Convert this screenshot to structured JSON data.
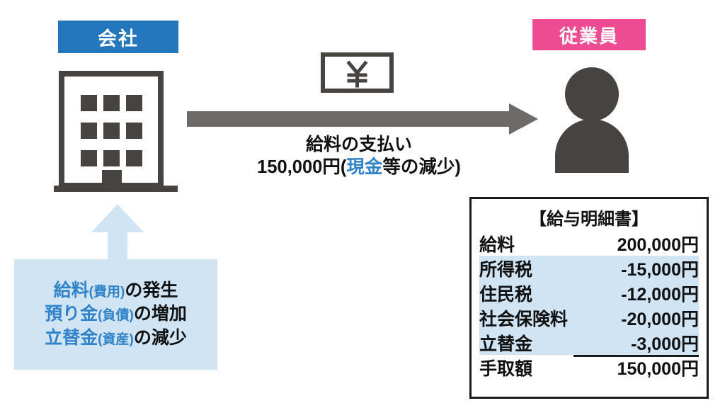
{
  "colors": {
    "company_blue": "#2477bd",
    "employee_pink": "#ed4c93",
    "accent_blue_text": "#3083c9",
    "light_blue_fill": "#d0e4f3",
    "arrow_gray": "#6e6a67",
    "icon_dark": "#474341",
    "text_black": "#111111"
  },
  "company": {
    "label": "会社",
    "icon": "office-building-icon"
  },
  "employee": {
    "label": "従業員",
    "icon": "person-icon"
  },
  "money_icon": {
    "name": "yen-banknote-icon",
    "symbol": "¥"
  },
  "payment_flow": {
    "arrow": "right-arrow",
    "caption_line1": "給料の支払い",
    "caption_line2_prefix": "150,000円(",
    "caption_line2_highlight": "現金",
    "caption_line2_suffix": "等の減少)",
    "amount": "150,000円",
    "highlight_term": "現金"
  },
  "journal_note": {
    "arrow": "up-arrow",
    "lines": [
      {
        "account": "給料",
        "paren": "(費用)",
        "suffix": "の発生"
      },
      {
        "account": "預り金",
        "paren": "(負債)",
        "suffix": "の増加"
      },
      {
        "account": "立替金",
        "paren": "(資産)",
        "suffix": "の減少"
      }
    ]
  },
  "payslip": {
    "title": "【給与明細書】",
    "rows": [
      {
        "label": "給料",
        "amount": "200,000円",
        "highlight": false
      },
      {
        "label": "所得税",
        "amount": "-15,000円",
        "highlight": true
      },
      {
        "label": "住民税",
        "amount": "-12,000円",
        "highlight": true
      },
      {
        "label": "社会保険料",
        "amount": "-20,000円",
        "highlight": true
      },
      {
        "label": "立替金",
        "amount": "-3,000円",
        "highlight": true
      },
      {
        "label": "手取額",
        "amount": "150,000円",
        "highlight": false
      }
    ]
  }
}
